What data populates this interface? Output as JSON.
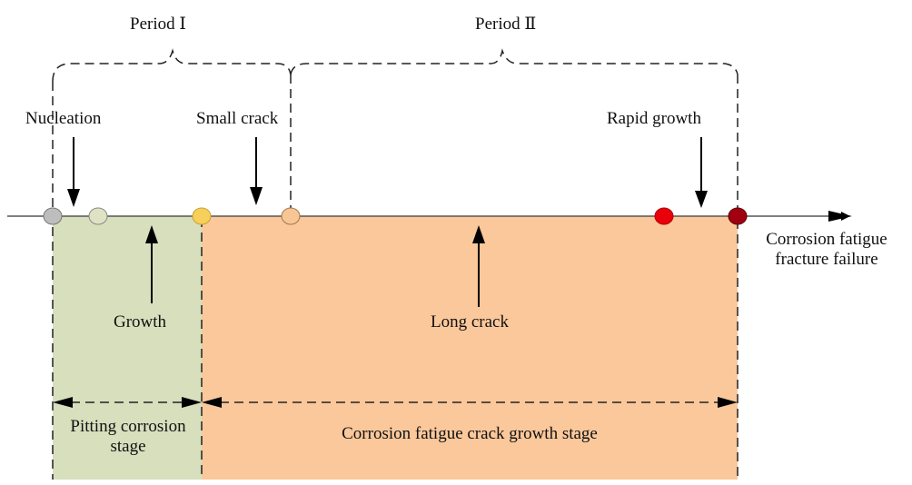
{
  "periods": [
    {
      "label": "Period Ⅰ"
    },
    {
      "label": "Period Ⅱ"
    }
  ],
  "events": {
    "nucleation": "Nucleation",
    "small_crack": "Small crack",
    "rapid_growth": "Rapid growth",
    "growth": "Growth",
    "long_crack": "Long crack"
  },
  "axis_end_label": [
    "Corrosion fatigue",
    "fracture failure"
  ],
  "stages": [
    {
      "label_lines": [
        "Pitting corrosion",
        "stage"
      ],
      "color": "#d7dfbd"
    },
    {
      "label_lines": [
        "Corrosion fatigue crack growth stage"
      ],
      "color": "#fbc89b"
    }
  ],
  "markers": [
    {
      "name": "nucleation-point",
      "color": "#bdbdbd"
    },
    {
      "name": "growth-point",
      "color": "#dfe3c4"
    },
    {
      "name": "pit-to-crack-point",
      "color": "#f6d05a"
    },
    {
      "name": "small-crack-point",
      "color": "#f8c594"
    },
    {
      "name": "rapid-growth-point",
      "color": "#e8000b"
    },
    {
      "name": "fracture-point",
      "color": "#a00010"
    }
  ]
}
